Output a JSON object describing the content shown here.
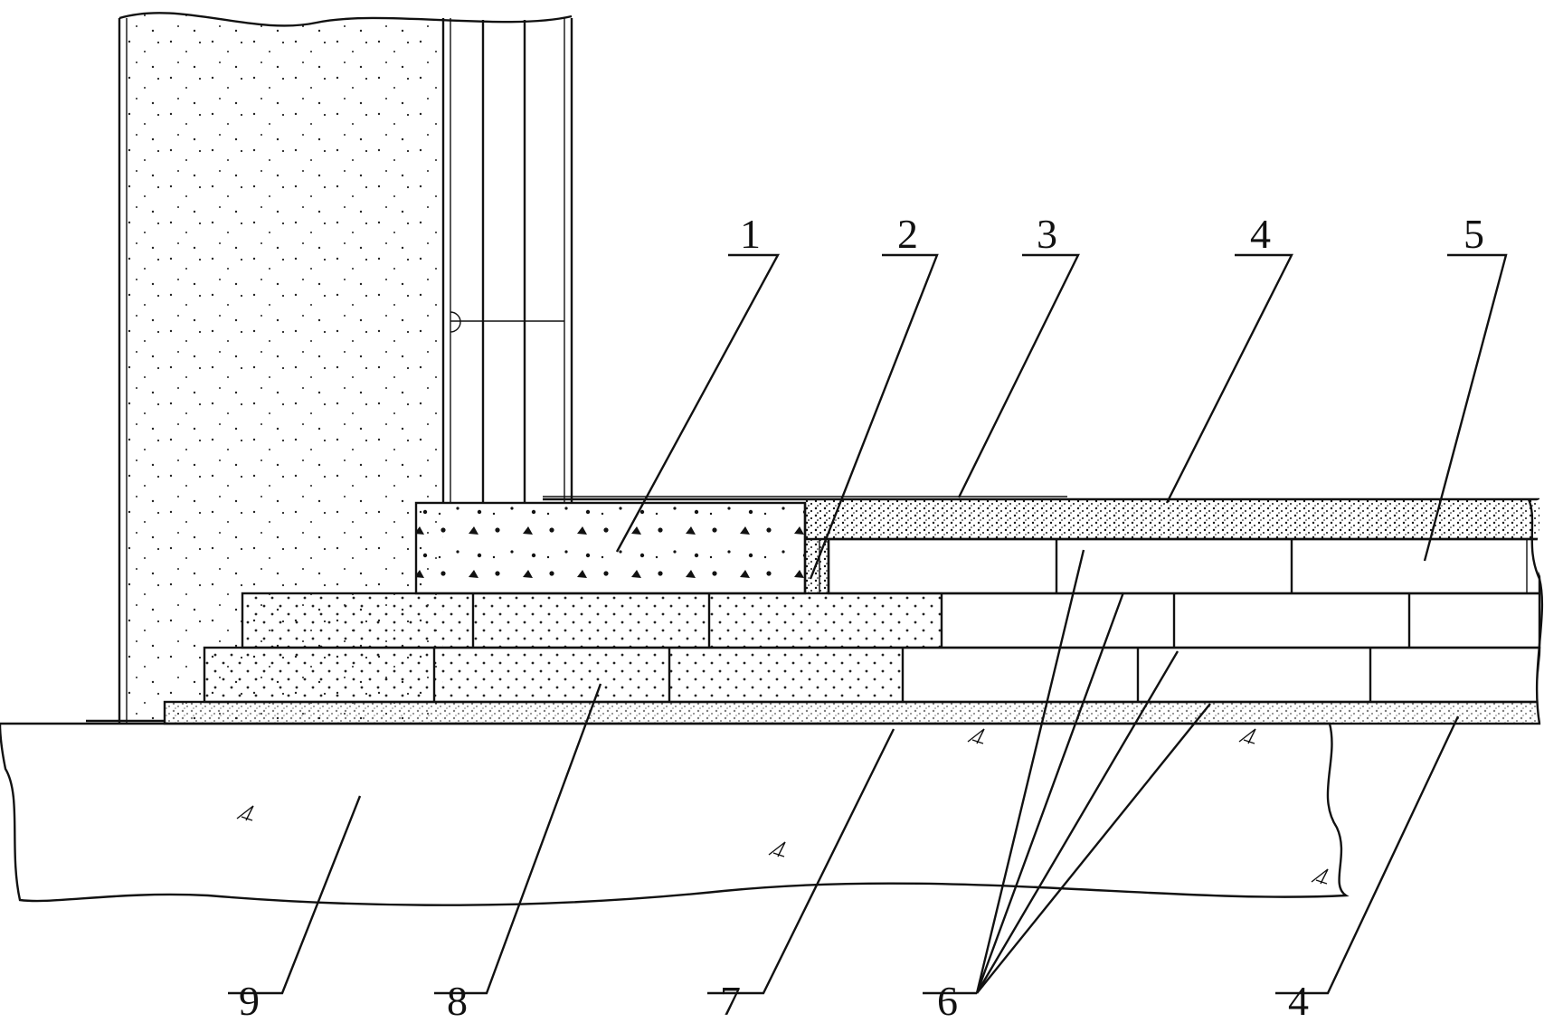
{
  "labels": {
    "l1": "1",
    "l2": "2",
    "l3": "3",
    "l4_top": "4",
    "l5": "5",
    "l6": "6",
    "l4_bottom": "4",
    "l7": "7",
    "l8": "8",
    "l9": "9"
  },
  "colors": {
    "stroke": "#111111",
    "background": "#ffffff"
  }
}
